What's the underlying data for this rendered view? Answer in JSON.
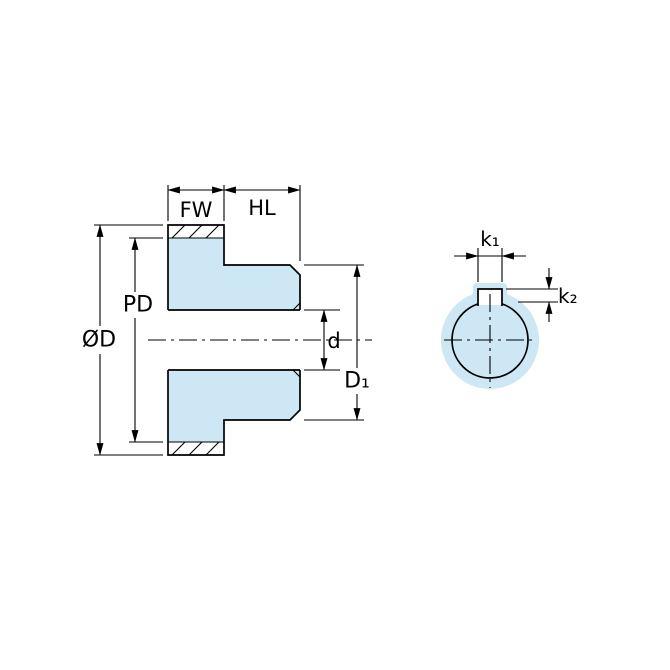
{
  "drawing": {
    "type": "gear-dimension-diagram",
    "views": [
      "side-section-view",
      "end-view"
    ]
  },
  "labels": {
    "fw": "FW",
    "hl": "HL",
    "pd": "PD",
    "od": "ØD",
    "d": "d",
    "d1": "D₁",
    "k1": "k₁",
    "k2": "k₂"
  },
  "colors": {
    "section_fill": "#cde7f4",
    "line": "#000000",
    "background": "#ffffff"
  }
}
